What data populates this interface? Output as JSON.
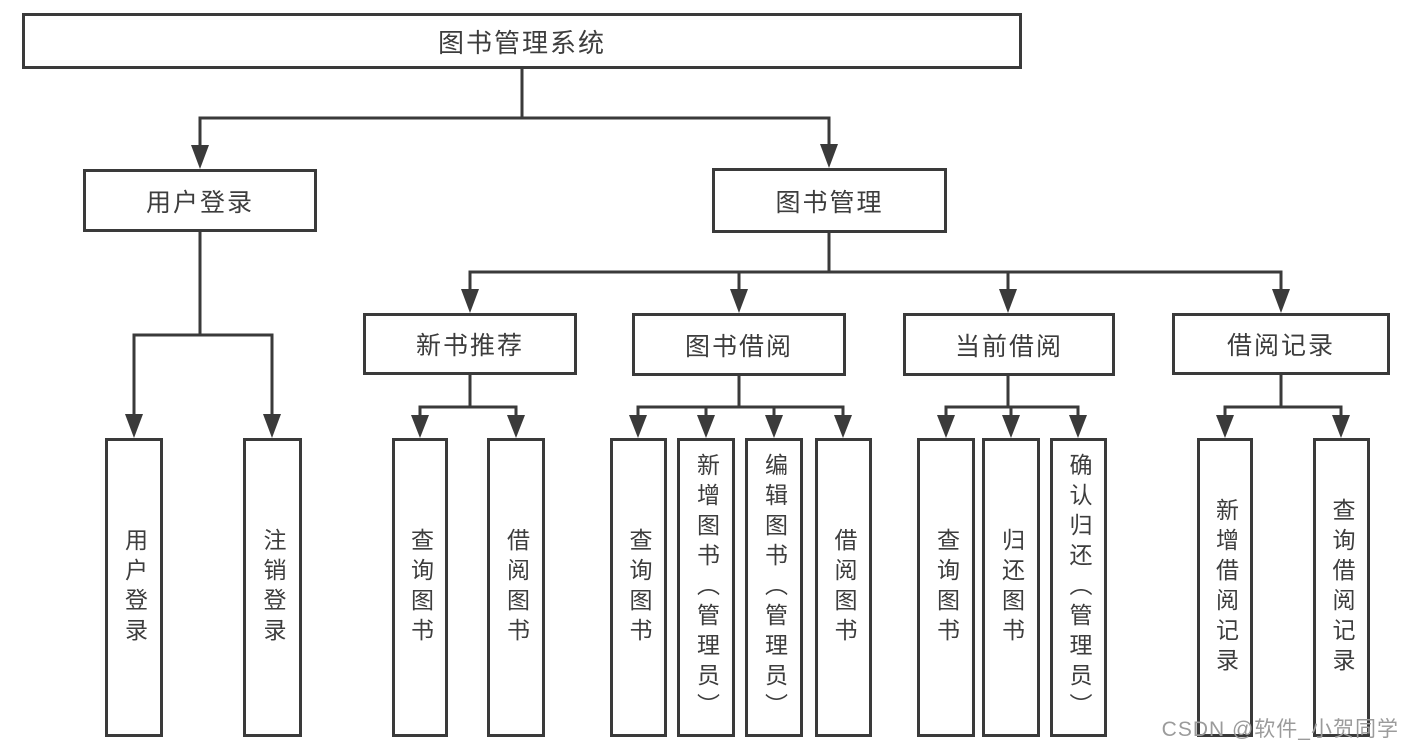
{
  "tree": {
    "root": "图书管理系统",
    "userLogin": {
      "label": "用户登录",
      "children": [
        "用户登录",
        "注销登录"
      ]
    },
    "bookMgmt": {
      "label": "图书管理",
      "children": [
        {
          "label": "新书推荐",
          "children": [
            "查询图书",
            "借阅图书"
          ]
        },
        {
          "label": "图书借阅",
          "children": [
            "查询图书",
            "新增图书（管理员）",
            "编辑图书（管理员）",
            "借阅图书"
          ]
        },
        {
          "label": "当前借阅",
          "children": [
            "查询图书",
            "归还图书",
            "确认归还（管理员）"
          ]
        },
        {
          "label": "借阅记录",
          "children": [
            "新增借阅记录",
            "查询借阅记录"
          ]
        }
      ]
    }
  },
  "watermark": {
    "text": "CSDN @软件_小贺同学"
  },
  "colors": {
    "line": "#3a3a3a",
    "text": "#3d3d3d",
    "watermark": "#9b9b9b",
    "background": "#ffffff"
  }
}
